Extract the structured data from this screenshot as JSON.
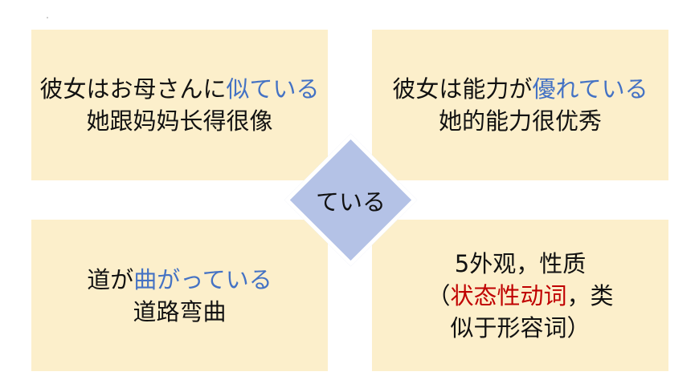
{
  "center": {
    "label": "ている"
  },
  "top_left": {
    "line1_prefix": "彼女はお母さんに",
    "line1_highlight": "似ている",
    "line2": "她跟妈妈长得很像"
  },
  "top_right": {
    "line1_prefix": "彼女は能力が",
    "line1_highlight": "優れている",
    "line2": "她的能力很优秀"
  },
  "bottom_left": {
    "line1_prefix": "道が",
    "line1_highlight": "曲がっている",
    "line2": "道路弯曲"
  },
  "bottom_right": {
    "line1": "5外观，性质",
    "line2_open": "（",
    "line2_highlight": "状态性动词",
    "line2_rest": "，类",
    "line3": "似于形容词）"
  },
  "colors": {
    "box_bg": "#fcefcb",
    "diamond": "#b4c2e6",
    "highlight_blue": "#4472c4",
    "highlight_red": "#c00000"
  }
}
